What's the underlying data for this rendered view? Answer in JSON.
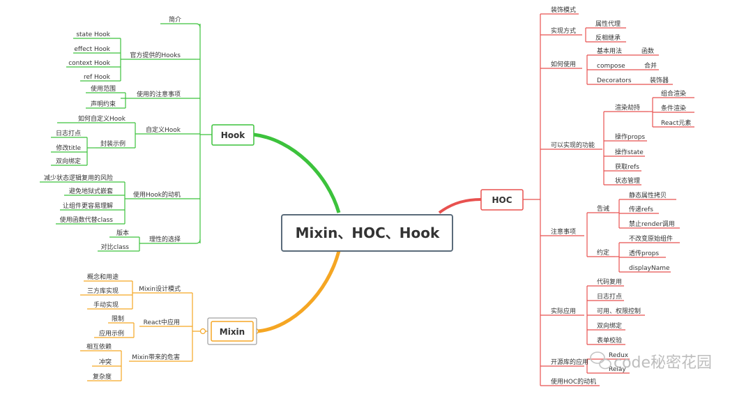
{
  "root": {
    "label": "Mixin、HOC、Hook"
  },
  "watermark": {
    "text": "code秘密花园"
  },
  "colors": {
    "hook": "#3cc23c",
    "mixin": "#f5a623",
    "hoc": "#e8514f",
    "text": "#333333",
    "root_border": "#5a6b7a"
  },
  "hook": {
    "label": "Hook",
    "intro": "简介",
    "official": {
      "label": "官方提供的Hooks",
      "items": [
        "state Hook",
        "effect Hook",
        "context Hook",
        "ref Hook"
      ]
    },
    "notes": {
      "label": "使用的注意事项",
      "items": [
        "使用范围",
        "声明约束"
      ]
    },
    "custom": {
      "label": "自定义Hook",
      "how": "如何自定义Hook",
      "examples": {
        "label": "封装示例",
        "items": [
          "日志打点",
          "修改title",
          "双向绑定"
        ]
      }
    },
    "motivation": {
      "label": "使用Hook的动机",
      "items": [
        "减少状态逻辑复用的风险",
        "避免地狱式嵌套",
        "让组件更容易理解",
        "使用函数代替class"
      ]
    },
    "rational": {
      "label": "理性的选择",
      "items": [
        "版本",
        "对比class"
      ]
    }
  },
  "mixin": {
    "label": "Mixin",
    "pattern": {
      "label": "Mixin设计模式",
      "items": [
        "概念和用途",
        "三方库实现",
        "手动实现"
      ]
    },
    "react": {
      "label": "React中应用",
      "items": [
        "限制",
        "应用示例"
      ]
    },
    "danger": {
      "label": "Mixin带来的危害",
      "items": [
        "相互依赖",
        "冲突",
        "复杂度"
      ]
    }
  },
  "hoc": {
    "label": "HOC",
    "decorator": "装饰模式",
    "impl": {
      "label": "实现方式",
      "items": [
        "属性代理",
        "反相继承"
      ]
    },
    "usage": {
      "label": "如何使用",
      "basic": {
        "label": "基本用法",
        "leaf": "函数"
      },
      "compose": {
        "label": "compose",
        "leaf": "合并"
      },
      "decorators": {
        "label": "Decorators",
        "leaf": "装饰器"
      }
    },
    "features": {
      "label": "可以实现的功能",
      "hijack": {
        "label": "渲染劫持",
        "items": [
          "组合渲染",
          "条件渲染",
          "React元素"
        ]
      },
      "items": [
        "操作props",
        "操作state",
        "获取refs",
        "状态管理"
      ]
    },
    "cautions": {
      "label": "注意事项",
      "warn": {
        "label": "告诫",
        "items": [
          "静态属性拷贝",
          "传递refs",
          "禁止render调用"
        ]
      },
      "convention": {
        "label": "约定",
        "items": [
          "不改变原始组件",
          "透传props",
          "displayName"
        ]
      }
    },
    "practice": {
      "label": "实际应用",
      "items": [
        "代码复用",
        "日志打点",
        "可用、权限控制",
        "双向绑定",
        "表单校验"
      ]
    },
    "opensource": {
      "label": "开源库的应用",
      "items": [
        "Redux",
        "Relay"
      ]
    },
    "motivation": "使用HOC的动机"
  }
}
